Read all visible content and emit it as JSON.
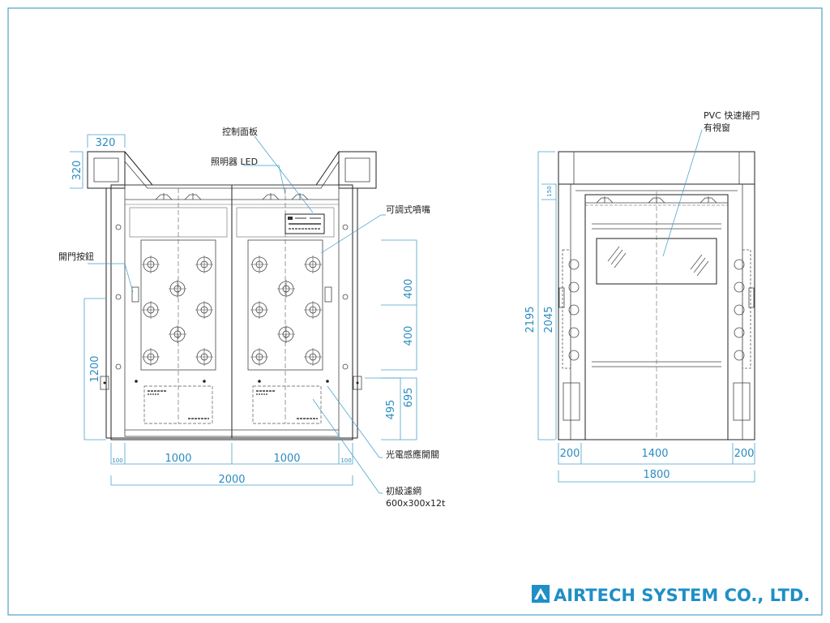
{
  "labels": {
    "control_panel": "控制面板",
    "led": "照明器 LED",
    "nozzle": "可調式噴嘴",
    "door_button": "開門按鈕",
    "photo_switch": "光電感應開關",
    "filter_line1": "初級濾網",
    "filter_line2": "600x300x12t",
    "pvc_line1": "PVC 快速捲門",
    "pvc_line2": "有視窗"
  },
  "front_dims": {
    "top_w": "320",
    "top_h": "320",
    "d1200": "1200",
    "d400a": "400",
    "d400b": "400",
    "d695": "695",
    "d495": "495",
    "d100l": "100",
    "d100r": "100",
    "d1000a": "1000",
    "d1000b": "1000",
    "d2000": "2000"
  },
  "side_dims": {
    "d150": "150",
    "d2195": "2195",
    "d2045": "2045",
    "d200l": "200",
    "d1400": "1400",
    "d200r": "200",
    "d1800": "1800"
  },
  "company": {
    "name": "AIRTECH SYSTEM CO., LTD.",
    "logo_icon": "airtech-triangle-logo"
  },
  "colors": {
    "border": "#4aa3c9",
    "dimension": "#2a8cc0",
    "brand": "#1f8fc6",
    "line": "#222222"
  }
}
